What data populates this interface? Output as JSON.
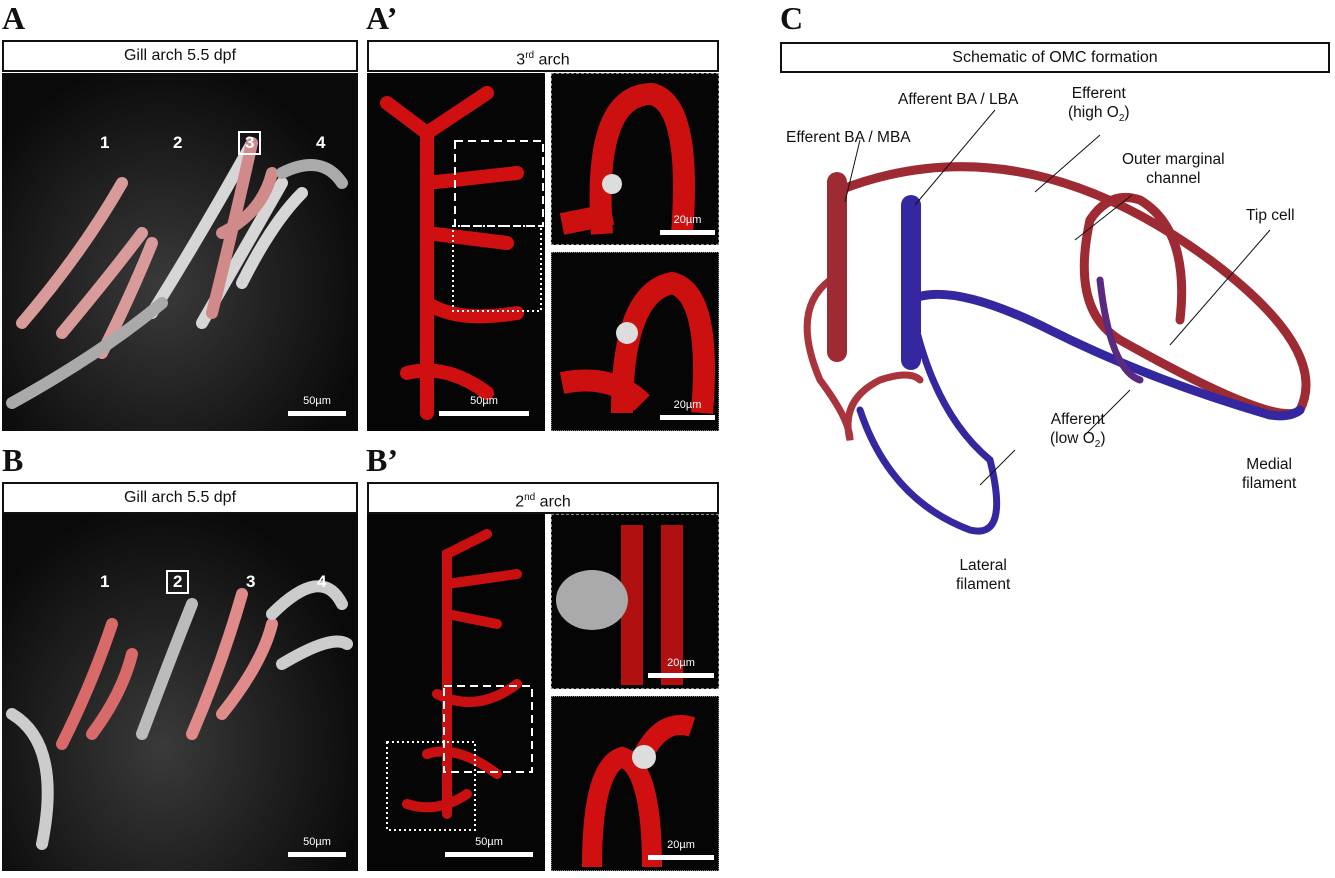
{
  "panels": {
    "A": {
      "label": "A",
      "title": "Gill arch 5.5 dpf",
      "numbers": [
        "1",
        "2",
        "3",
        "4"
      ],
      "scale": "50µm"
    },
    "A2": {
      "label": "A’",
      "title_num": "3",
      "title_sup": "rd",
      "title_rest": " arch",
      "scale_main": "50µm",
      "scale_inset1": "20µm",
      "scale_inset2": "20µm"
    },
    "B": {
      "label": "B",
      "title": "Gill arch 5.5 dpf",
      "numbers": [
        "1",
        "2",
        "3",
        "4"
      ],
      "scale": "50µm"
    },
    "B2": {
      "label": "B’",
      "title_num": "2",
      "title_sup": "nd",
      "title_rest": " arch",
      "scale_main": "50µm",
      "scale_inset1": "20µm",
      "scale_inset2": "20µm"
    },
    "C": {
      "label": "C",
      "title": "Schematic of OMC formation"
    }
  },
  "schematic": {
    "efferent_ba": "Efferent BA / MBA",
    "afferent_ba": "Afferent BA / LBA",
    "efferent_high": "Efferent",
    "efferent_high2": "(high O",
    "efferent_sub": "2",
    "outer1": "Outer marginal",
    "outer2": "channel",
    "tip": "Tip cell",
    "afferent_low": "Afferent",
    "afferent_low2": "(low O",
    "afferent_sub": "2",
    "medial1": "Medial",
    "medial2": "filament",
    "lateral1": "Lateral",
    "lateral2": "filament"
  },
  "colors": {
    "efferent": "#a52a35",
    "afferent": "#3a2aa0"
  }
}
